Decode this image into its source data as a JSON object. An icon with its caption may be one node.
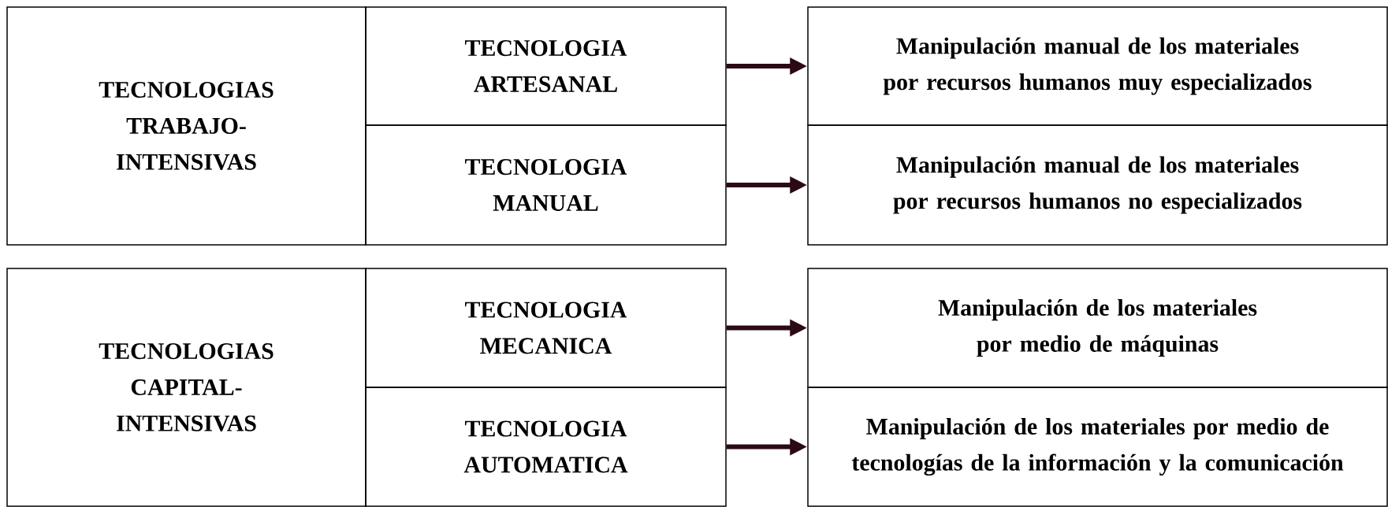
{
  "diagram": {
    "nodes": [
      {
        "text": [
          "TECNOLOGIAS TRABAJO-INTENSIVAS"
        ]
      },
      {
        "text": [
          "TECNOLOGIA ARTESANAL"
        ]
      },
      {
        "text": [
          "TECNOLOGIA MANUAL"
        ]
      },
      {
        "text": [
          "Manipulación manual de los materiales por recursos humanos muy especializados"
        ]
      },
      {
        "text": [
          "Manipulación manual de los materiales por recursos humanos no especializados"
        ]
      },
      {
        "text": [
          "TECNOLOGIAS CAPITAL-INTENSIVAS"
        ]
      },
      {
        "text": [
          "TECNOLOGIA MECANICA"
        ]
      },
      {
        "text": [
          "TECNOLOGIA AUTOMATICA"
        ]
      },
      {
        "text": [
          "Manipulación de los materiales por medio de máquinas"
        ]
      },
      {
        "text": [
          "Manipulación de los materiales por medio de tecnologías de la información y la comunicación"
        ]
      }
    ],
    "edges": [
      {
        "from": 1,
        "to": 3,
        "arrow": "to",
        "color": "#2b0a14"
      },
      {
        "from": 2,
        "to": 4,
        "arrow": "to",
        "color": "#2b0a14"
      },
      {
        "from": 6,
        "to": 8,
        "arrow": "to",
        "color": "#2b0a14"
      },
      {
        "from": 7,
        "to": 9,
        "arrow": "to",
        "color": "#2b0a14"
      }
    ]
  }
}
